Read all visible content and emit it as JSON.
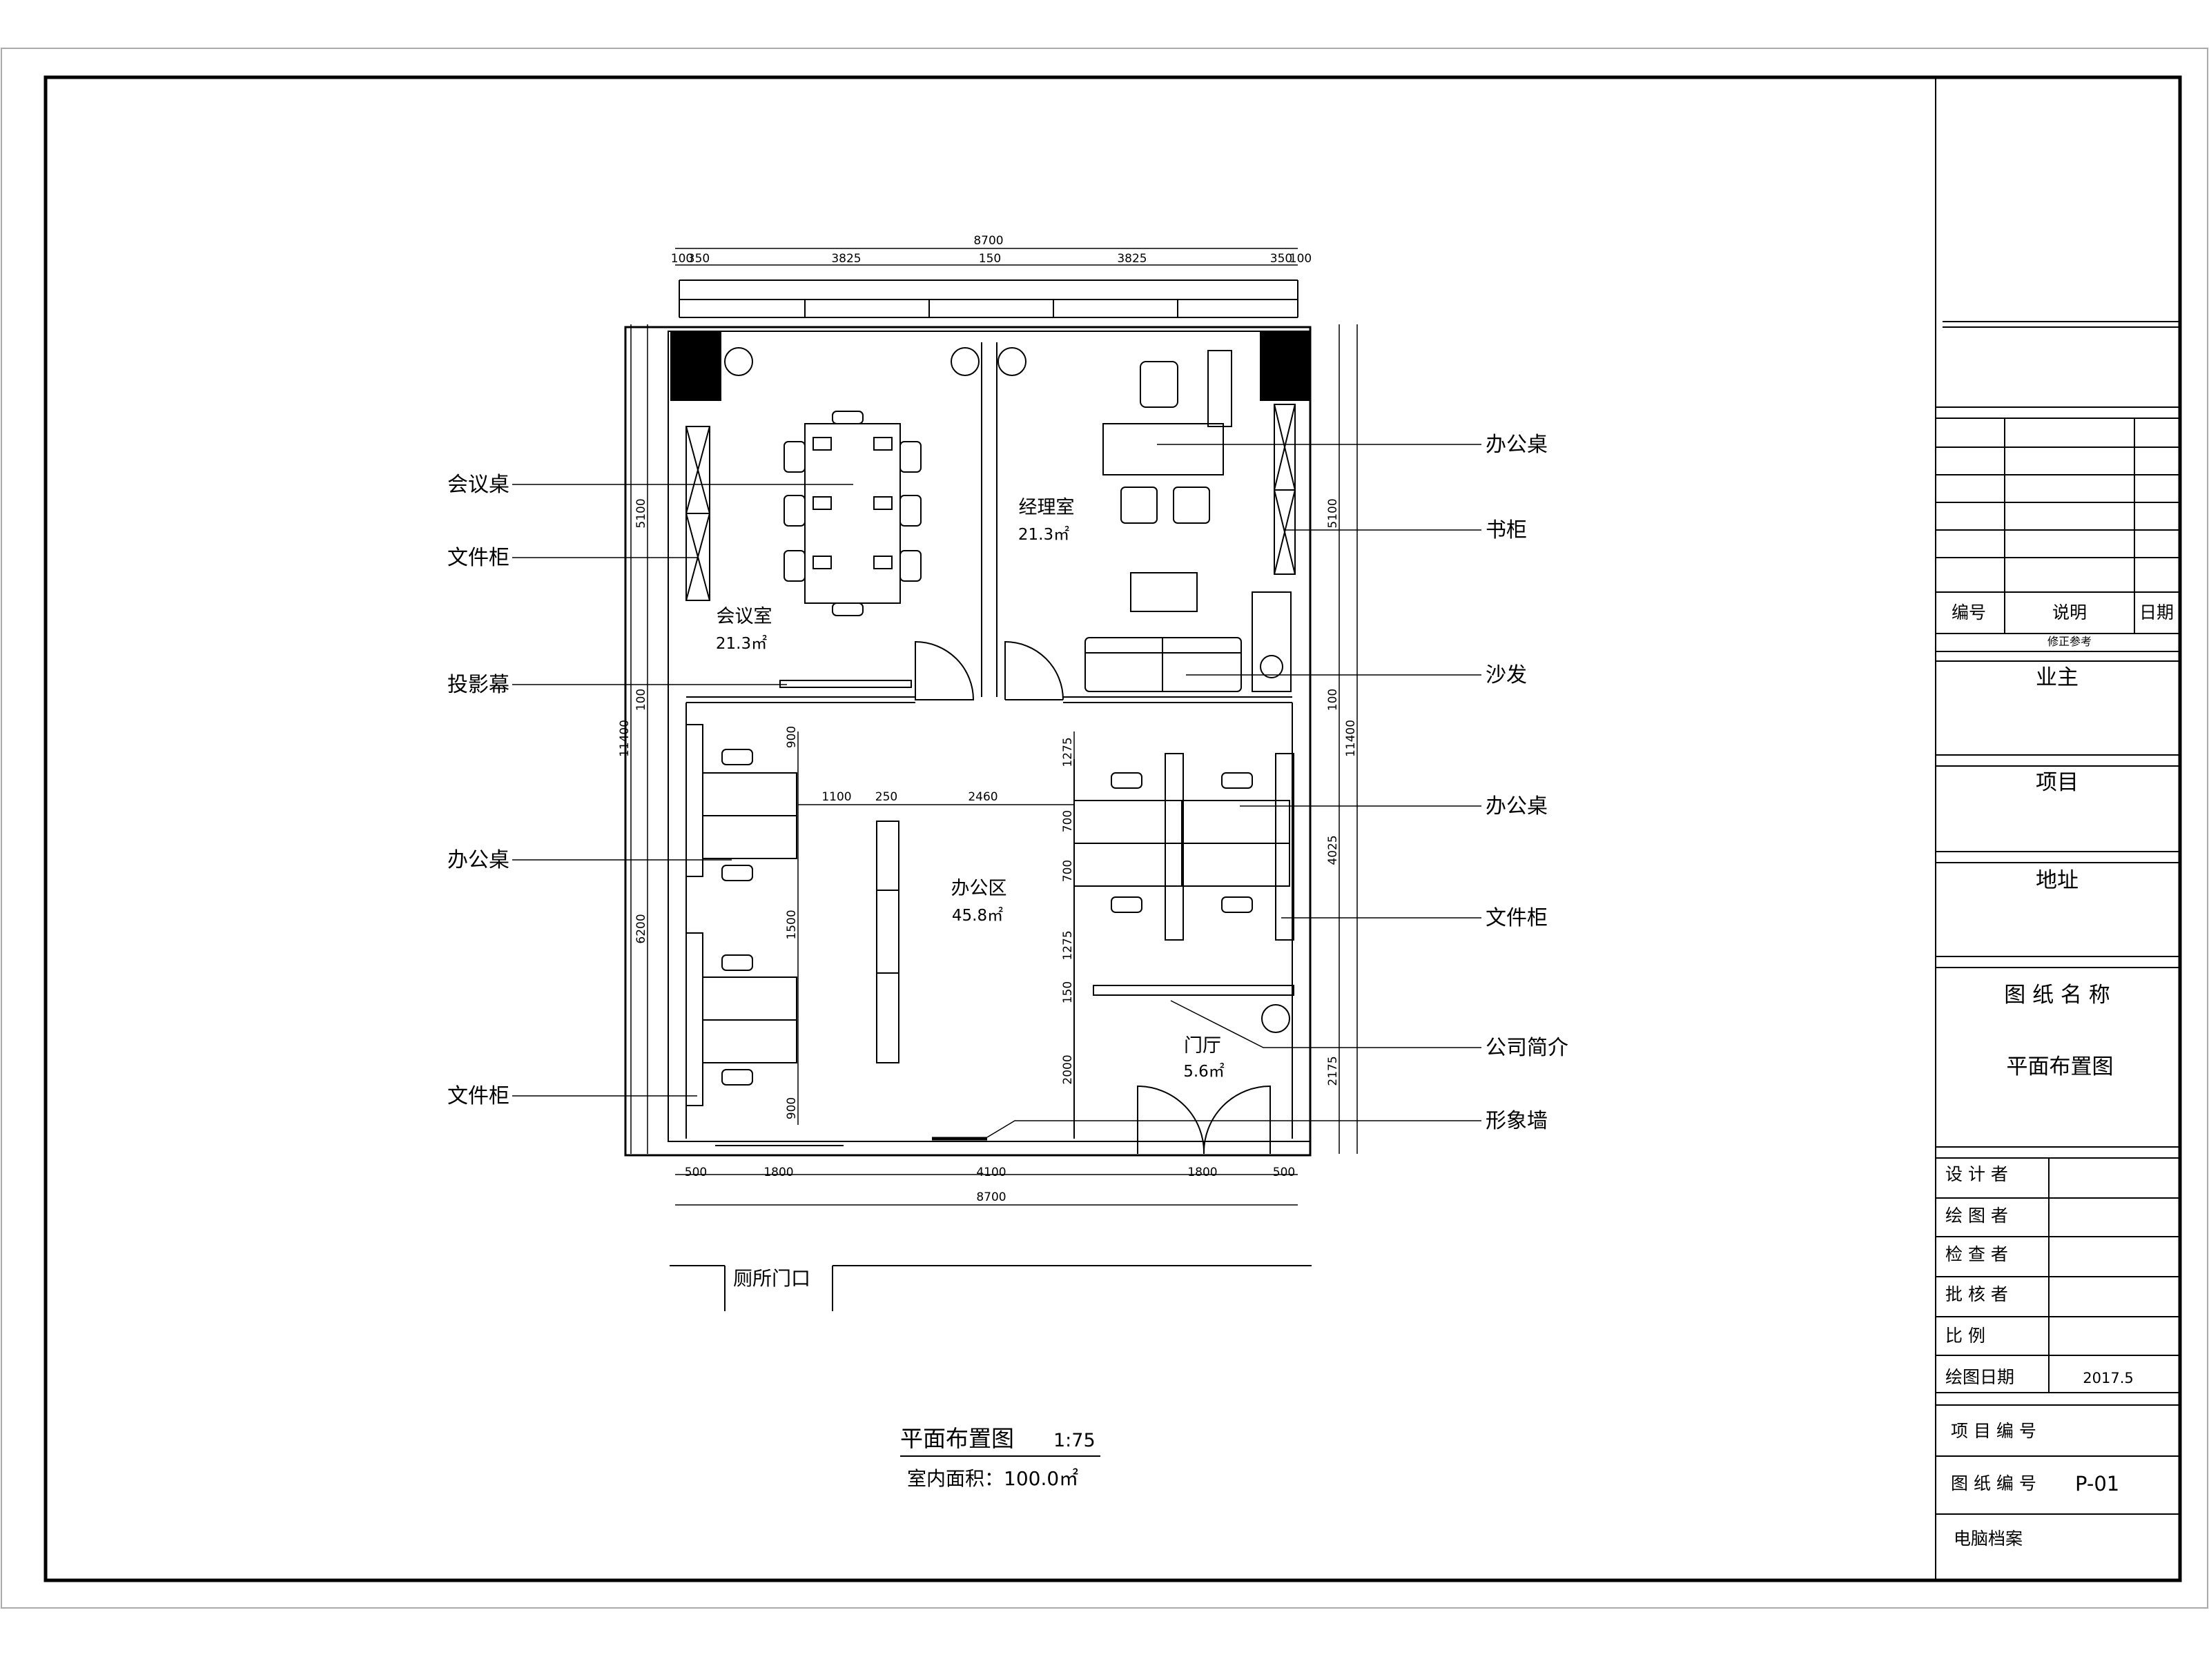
{
  "drawing": {
    "title": "平面布置图",
    "scale": "1:75",
    "area_label": "室内面积：100.0㎡"
  },
  "rooms": [
    {
      "name": "会议室",
      "area": "21.3㎡"
    },
    {
      "name": "经理室",
      "area": "21.3㎡"
    },
    {
      "name": "办公区",
      "area": "45.8㎡"
    },
    {
      "name": "门厅",
      "area": "5.6㎡"
    }
  ],
  "toilet_label": "厕所门口",
  "left_labels": [
    "会议桌",
    "文件柜",
    "投影幕",
    "办公桌",
    "文件柜"
  ],
  "right_labels": [
    "办公桌",
    "书柜",
    "沙发",
    "办公桌",
    "文件柜",
    "公司简介",
    "形象墙"
  ],
  "dims": {
    "top_total": "8700",
    "top_parts": [
      "100",
      "350",
      "3825",
      "150",
      "3825",
      "350",
      "100"
    ],
    "bottom_parts": [
      "500",
      "1800",
      "4100",
      "1800",
      "500"
    ],
    "bottom_total": "8700",
    "left_total": "11400",
    "left_parts": [
      "5100",
      "100",
      "6200"
    ],
    "right_total": "11400",
    "right_parts": [
      "5100",
      "100",
      "4025",
      "2175"
    ],
    "inner": [
      "900",
      "1500",
      "900",
      "1100",
      "250",
      "2460",
      "1275",
      "700",
      "700",
      "1275",
      "150",
      "2000"
    ]
  },
  "title_block": {
    "revision_headers": [
      "编号",
      "说明",
      "日期"
    ],
    "revision_note": "修正参考",
    "owner": "业主",
    "project": "项目",
    "address": "地址",
    "drawing_name_label": "图 纸 名 称",
    "drawing_name": "平面布置图",
    "roles": [
      "设 计 者",
      "绘 图 者",
      "检 查 者",
      "批 核 者",
      "比 例",
      "绘图日期"
    ],
    "date": "2017.5",
    "project_no_label": "项 目 编 号",
    "drawing_no_label": "图 纸 编 号",
    "drawing_no": "P-01",
    "archive": "电脑档案"
  }
}
